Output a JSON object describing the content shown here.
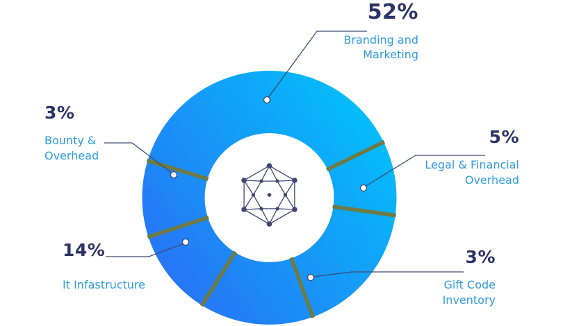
{
  "figure": {
    "background": "#ffffff"
  },
  "chart_data": {
    "type": "pie",
    "subtype": "donut",
    "title": "",
    "unit": "%",
    "legend": "none",
    "inner_radius_ratio": 0.51,
    "segments": [
      {
        "label": "Branding and\nMarketing",
        "pct_label": "52%",
        "value": 52
      },
      {
        "label": "Legal & Financial\nOverhead",
        "pct_label": "5%",
        "value": 5
      },
      {
        "label": "Gift Code\nInventory",
        "pct_label": "3%",
        "value": 3
      },
      {
        "label": "",
        "pct_label": "",
        "value": 23
      },
      {
        "label": "It Infastructure",
        "pct_label": "14%",
        "value": 14
      },
      {
        "label": "Bounty &\nOverhead",
        "pct_label": "3%",
        "value": 3
      }
    ],
    "colors": {
      "gradient_start": "#2a6df5",
      "gradient_end": "#00c6fb",
      "separator": "#6e7b42",
      "line": "#3f4a6e",
      "pct_text": "#2b3467",
      "label_text": "#2f9be1",
      "icon": "#3f4674"
    },
    "center_icon": "network-icon"
  }
}
